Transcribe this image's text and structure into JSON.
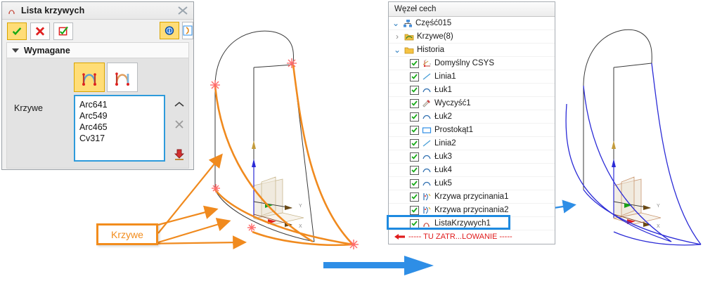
{
  "dialog": {
    "title": "Lista krzywych",
    "title_icon": "curve-list-icon",
    "close_icon": "close-icon",
    "toolbar": {
      "ok_label": "ok-check-icon",
      "cancel_label": "cancel-x-icon",
      "apply_label": "apply-check-box-icon",
      "info_label": "info-icon",
      "more_label": "more-panel-icon"
    },
    "section": {
      "title": "Wymagane",
      "expander": "▼",
      "field_label": "Krzywe",
      "mode_buttons": [
        {
          "name": "chain-mode-icon",
          "selected": true
        },
        {
          "name": "single-mode-icon",
          "selected": false
        }
      ],
      "list_items": [
        "Arc641",
        "Arc549",
        "Arc465",
        "Cv317"
      ],
      "side_buttons": [
        {
          "name": "move-up-icon",
          "glyph": "˄"
        },
        {
          "name": "remove-icon",
          "glyph": "×"
        },
        {
          "name": "down-arrow-icon",
          "glyph": "⬇"
        }
      ]
    }
  },
  "tree": {
    "header": "Węzeł cech",
    "rows": [
      {
        "label": "Część015",
        "indent": 0,
        "expander": "⌄",
        "icon": "assembly-node-icon",
        "checkbox": false,
        "selected": false
      },
      {
        "label": "Krzywe(8)",
        "indent": 1,
        "expander": "›",
        "icon": "curves-folder-icon",
        "checkbox": false,
        "selected": false
      },
      {
        "label": "Historia",
        "indent": 1,
        "expander": "⌄",
        "icon": "history-folder-icon",
        "checkbox": false,
        "selected": false
      },
      {
        "label": "Domyślny CSYS",
        "indent": 2,
        "expander": "",
        "icon": "csys-icon",
        "checkbox": true,
        "selected": false
      },
      {
        "label": "Linia1",
        "indent": 2,
        "expander": "",
        "icon": "line-icon",
        "checkbox": true,
        "selected": false
      },
      {
        "label": "Łuk1",
        "indent": 2,
        "expander": "",
        "icon": "arc-icon",
        "checkbox": true,
        "selected": false
      },
      {
        "label": "Wyczyść1",
        "indent": 2,
        "expander": "",
        "icon": "eraser-icon",
        "checkbox": true,
        "selected": false
      },
      {
        "label": "Łuk2",
        "indent": 2,
        "expander": "",
        "icon": "arc-icon",
        "checkbox": true,
        "selected": false
      },
      {
        "label": "Prostokąt1",
        "indent": 2,
        "expander": "",
        "icon": "rectangle-icon",
        "checkbox": true,
        "selected": false
      },
      {
        "label": "Linia2",
        "indent": 2,
        "expander": "",
        "icon": "line-icon",
        "checkbox": true,
        "selected": false
      },
      {
        "label": "Łuk3",
        "indent": 2,
        "expander": "",
        "icon": "arc-icon",
        "checkbox": true,
        "selected": false
      },
      {
        "label": "Łuk4",
        "indent": 2,
        "expander": "",
        "icon": "arc-icon",
        "checkbox": true,
        "selected": false
      },
      {
        "label": "Łuk5",
        "indent": 2,
        "expander": "",
        "icon": "arc-icon",
        "checkbox": true,
        "selected": false
      },
      {
        "label": "Krzywa przycinania1",
        "indent": 2,
        "expander": "",
        "icon": "trim-curve-icon",
        "checkbox": true,
        "selected": false
      },
      {
        "label": "Krzywa przycinania2",
        "indent": 2,
        "expander": "",
        "icon": "trim-curve-icon",
        "checkbox": true,
        "selected": false
      },
      {
        "label": "ListaKrzywych1",
        "indent": 2,
        "expander": "",
        "icon": "curve-list-icon",
        "checkbox": true,
        "selected": true
      }
    ],
    "stop_marker": {
      "text": "----- TU ZATR...LOWANIE -----",
      "icon": "red-left-arrow-icon"
    }
  },
  "callout": {
    "label": "Krzywe",
    "leader_count": 3
  },
  "annotations": {
    "big_arrow_icon": "big-right-arrow-icon",
    "tree_to_view_arrow_icon": "blue-right-arrow-icon"
  },
  "viewport_left": {
    "curve_color": "#f08a1e",
    "wire_color": "#3a3a3a",
    "point_marker_color": "#ff6a6a",
    "axis_labels": [
      "X",
      "Y"
    ]
  },
  "viewport_right": {
    "curve_color": "#2b2bd6",
    "wire_color": "#3a3a3a",
    "axis_labels": [
      "X",
      "Y"
    ]
  },
  "colors": {
    "accent_orange": "#f28c1c",
    "accent_blue": "#2e8ee6",
    "highlight_yellow": "#ffdd77",
    "stop_red": "#e01b1b"
  }
}
